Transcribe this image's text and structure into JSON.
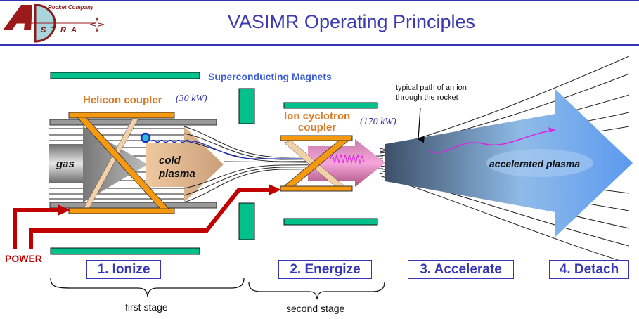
{
  "header": {
    "title": "VASIMR Operating Principles",
    "logo": {
      "tagline": "Rocket Company",
      "letters": "A",
      "name": "STRA"
    }
  },
  "diagram": {
    "labels": {
      "magnets": "Superconducting Magnets",
      "helicon_coupler": "Helicon coupler",
      "helicon_power": "(30 kW)",
      "ion_cyclotron_line1": "Ion cyclotron",
      "ion_cyclotron_line2": "coupler",
      "ion_cyclotron_power": "(170 kW)",
      "ion_path_line1": "typical path of an ion",
      "ion_path_line2": "through the rocket",
      "gas": "gas",
      "cold_plasma_line1": "cold",
      "cold_plasma_line2": "plasma",
      "accelerated_plasma": "accelerated plasma",
      "power": "POWER"
    },
    "colors": {
      "magnet": "#00c08c",
      "coupler": "#f59a10",
      "power_line": "#c00000",
      "title": "#3c3cb0",
      "step_box": "#3535b5"
    }
  },
  "steps": [
    {
      "label": "1. Ionize"
    },
    {
      "label": "2. Energize"
    },
    {
      "label": "3. Accelerate"
    },
    {
      "label": "4. Detach"
    }
  ],
  "stages": [
    {
      "label": "first stage"
    },
    {
      "label": "second stage"
    }
  ]
}
